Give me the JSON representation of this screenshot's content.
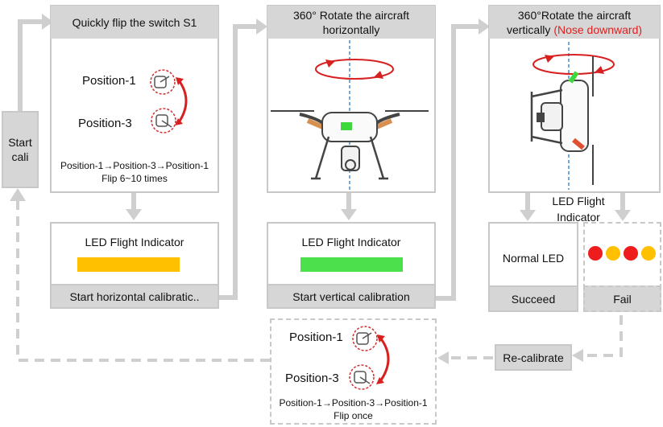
{
  "start_cali": "Start\ncali",
  "step1": {
    "title": "Quickly flip the switch S1",
    "position1": "Position-1",
    "position3": "Position-3",
    "sequence": "Position-1→Position-3→Position-1",
    "times": "Flip 6~10 times"
  },
  "step2": {
    "title_line1": "360° Rotate the aircraft",
    "title_line2": "horizontally"
  },
  "step3": {
    "title_line1": "360°Rotate the aircraft",
    "title_line2": "vertically",
    "title_note": "(Nose downward)"
  },
  "led1": {
    "label": "LED Flight Indicator",
    "color": "#ffc000",
    "footer": "Start horizontal calibratic.."
  },
  "led2": {
    "label": "LED Flight Indicator",
    "color": "#4ce04c",
    "footer": "Start vertical calibration"
  },
  "led3_label": "LED Flight\nIndicator",
  "succeed": {
    "label": "Normal LED",
    "footer": "Succeed"
  },
  "fail": {
    "footer": "Fail",
    "dots": [
      "#ee1c1c",
      "#ffc000",
      "#ee1c1c",
      "#ffc000"
    ]
  },
  "recalibrate": "Re-calibrate",
  "bottom": {
    "position1": "Position-1",
    "position3": "Position-3",
    "sequence": "Position-1→Position-3→Position-1",
    "times": "Flip once"
  }
}
